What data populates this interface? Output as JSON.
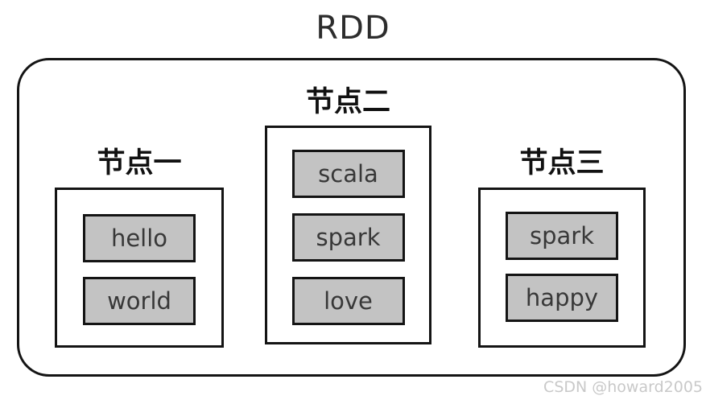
{
  "title": "RDD",
  "watermark": "CSDN @howard2005",
  "colors": {
    "title_text": "#2d2d2d",
    "label_text": "#111111",
    "item_text": "#383838",
    "line": "#141414",
    "box_fill": "#c3c3c3",
    "watermark_text": "#c9c9c9"
  },
  "nodes": [
    {
      "label": "节点一",
      "items": [
        "hello",
        "world"
      ]
    },
    {
      "label": "节点二",
      "items": [
        "scala",
        "spark",
        "love"
      ]
    },
    {
      "label": "节点三",
      "items": [
        "spark",
        "happy"
      ]
    }
  ]
}
